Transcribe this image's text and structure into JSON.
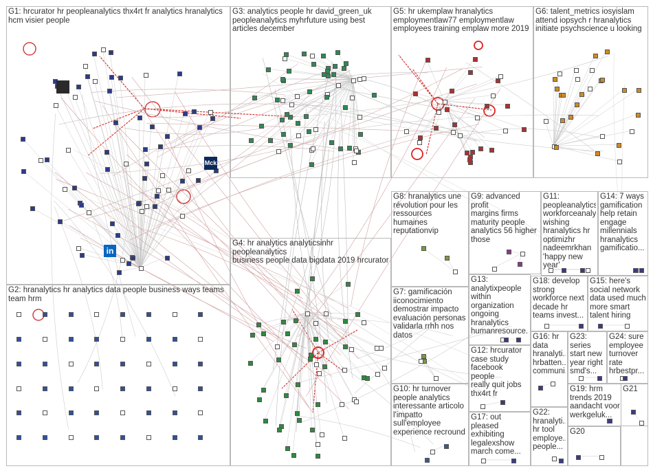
{
  "groups": [
    {
      "id": "G1",
      "label": "G1: hrcurator hr peopleanalytics thx4rt fr analytics hranalytics\nhcm visier people",
      "color": "#2b3a8c"
    },
    {
      "id": "G2",
      "label": "G2: hranalytics hr analytics data people business ways teams\nteam hrm",
      "color": "#3050a0"
    },
    {
      "id": "G3",
      "label": "G3: analytics people hr david_green_uk\npeopleanalytics myhrfuture using best\narticles december",
      "color": "#2c8a55"
    },
    {
      "id": "G4",
      "label": "G4: hr analytics analyticsinhr peopleanalytics\nbusiness people data bigdata 2019 hrcurator",
      "color": "#2f8a40"
    },
    {
      "id": "G5",
      "label": "G5: hr ukemplaw hranalytics\nemploymentlaw77 employmentlaw\nemployees training emplaw more 2019",
      "color": "#b03030"
    },
    {
      "id": "G6",
      "label": "G6: talent_metrics iosyislam\nattend iopsych r hranalytics\ninitiate psychscience u looking",
      "color": "#d08a20"
    },
    {
      "id": "G7",
      "label": "G7: gamificación\niiconocimiento\ndemostrar impacto\nevaluación personas\nvalidarla rrhh nos\ndatos",
      "color": "#7a9a3a"
    },
    {
      "id": "G8",
      "label": "G8: hranalytics une\nrévolution pour les\nressources\nhumaines\nreputationvip",
      "color": "#7a9a3a"
    },
    {
      "id": "G9",
      "label": "G9: advanced profit\nmargins firms\nmaturity people\nanalytics 56 higher\nthose",
      "color": "#8a3a8a"
    },
    {
      "id": "G10",
      "label": "G10: hr turnover\npeople analytics\ninteressante articolo\nl'impatto\nsull'employee\nexperience recround",
      "color": "#3a5a8a"
    },
    {
      "id": "G11",
      "label": "G11:\npeopleanalytics\nworkforceanaly...\nwishing\nhranalytics hr\noptimizhr\nnadeemrkhan\n'happy new\nyear'",
      "color": "#3a3a8a"
    },
    {
      "id": "G12",
      "label": "G12: hrcurator\ncase study\nfacebook people\nreally quit jobs\nthx4rt fr",
      "color": "#3a3a8a"
    },
    {
      "id": "G13",
      "label": "G13:\nanalytixpeople\nwithin\norganization\nongoing\nhranalytics\nhumanresource...",
      "color": "#3a3a8a"
    },
    {
      "id": "G14",
      "label": "G14: 7 ways\ngamification\nhelp retain\nengage\nmillennials\nhranalytics\ngamificatio...",
      "color": "#3a3a8a"
    },
    {
      "id": "G15",
      "label": "G15: here's\nsocial network\ndata used much\nmore smart\ntalent hiring",
      "color": "#3a3a8a"
    },
    {
      "id": "G16",
      "label": "G16: hr\ndata\nhranalyti...\nhrbatten...\ncommuni...",
      "color": "#3a3a8a"
    },
    {
      "id": "G17",
      "label": "G17: out\npleased\nexhibiting\nlegalexshow\nmarch come...",
      "color": "#3a3a8a"
    },
    {
      "id": "G18",
      "label": "G18: develop\nstrong\nworkforce next\ndecade hr\nteams invest...",
      "color": "#3a3a8a"
    },
    {
      "id": "G19",
      "label": "G19: hrm\ntrends 2019\naandacht voor\nwerkgeluk...",
      "color": "#3a3a8a"
    },
    {
      "id": "G20",
      "label": "G20",
      "color": "#3a3a8a"
    },
    {
      "id": "G21",
      "label": "G21",
      "color": "#3a3a8a"
    },
    {
      "id": "G22",
      "label": "G22:\nhranalyti...\nhr tool\nemploye...\npeople...",
      "color": "#3a3a8a"
    },
    {
      "id": "G23",
      "label": "G23:\nseries\nstart new\nyear right\nsmd's...",
      "color": "#3a3a8a"
    },
    {
      "id": "G24",
      "label": "G24: sure\nemployee\nturnover\nrate\nhrbestpr...",
      "color": "#3a3a8a"
    }
  ],
  "logos": [
    {
      "name": "linkedin",
      "text": "in"
    },
    {
      "name": "mck",
      "text": "Mck"
    }
  ]
}
